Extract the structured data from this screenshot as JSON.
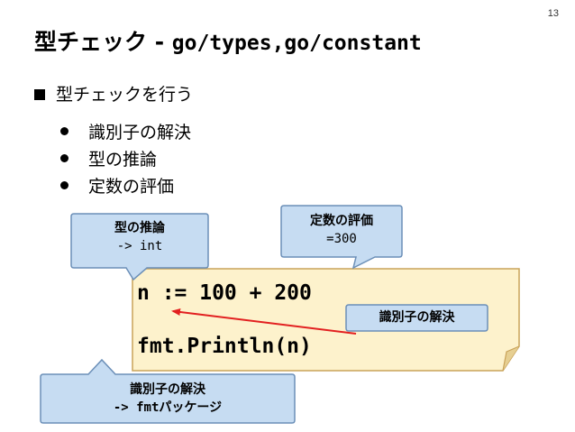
{
  "page_number": "13",
  "title": {
    "jp": "型チェック - ",
    "mono": "go/types,go/constant"
  },
  "bullets": {
    "main": "型チェックを行う",
    "items": [
      {
        "label": "識別子の解決"
      },
      {
        "label": "型の推論"
      },
      {
        "label": "定数の評価"
      }
    ]
  },
  "code": {
    "line1": "n := 100 + 200",
    "line2": "fmt.Println(n)"
  },
  "callouts": {
    "type_infer": {
      "title": "型の推論",
      "detail": "-> int"
    },
    "const_eval": {
      "title": "定数の評価",
      "detail": "=300"
    },
    "ident_inline": {
      "title": "識別子の解決"
    },
    "ident_pkg": {
      "title": "識別子の解決",
      "detail_mono": "-> fmt",
      "detail_jp": "パッケージ"
    }
  },
  "colors": {
    "code_box_fill": "#fdf2cc",
    "code_box_border": "#c9a35a",
    "callout_fill": "#c6dcf2",
    "callout_border": "#6b8fb8",
    "arrow": "#e22020"
  }
}
